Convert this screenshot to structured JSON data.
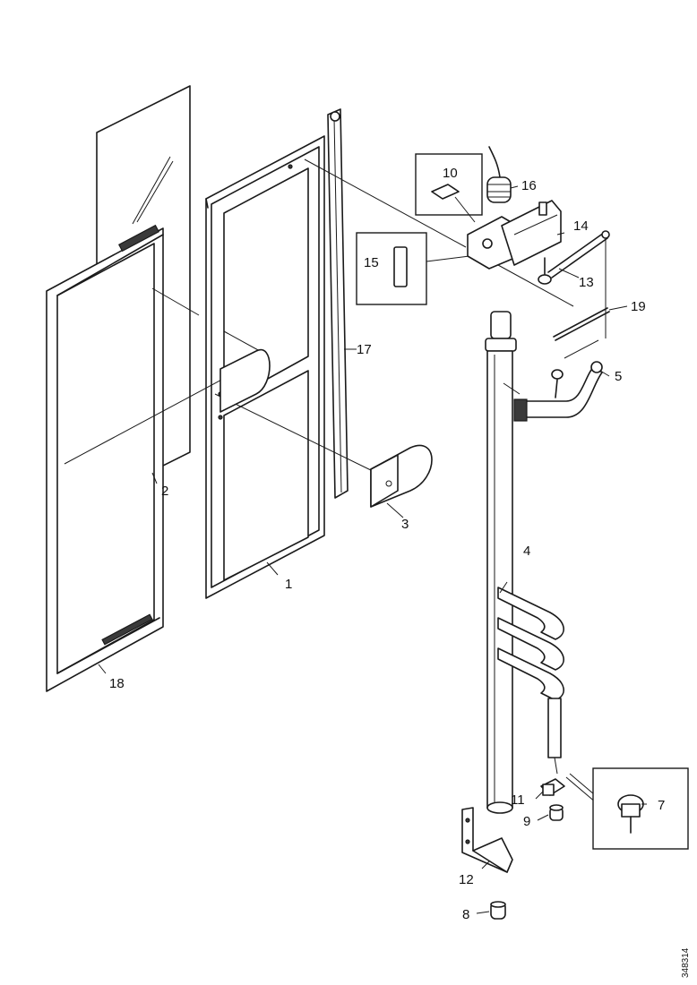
{
  "diagram": {
    "document_id": "348314",
    "callouts": {
      "p1": "1",
      "p2": "2",
      "p3": "3",
      "p4": "4",
      "p5": "5",
      "p7": "7",
      "p8": "8",
      "p9": "9",
      "p10": "10",
      "p11": "11",
      "p12": "12",
      "p13": "13",
      "p14": "14",
      "p15": "15",
      "p16": "16",
      "p17": "17",
      "p18": "18",
      "p19": "19"
    }
  }
}
